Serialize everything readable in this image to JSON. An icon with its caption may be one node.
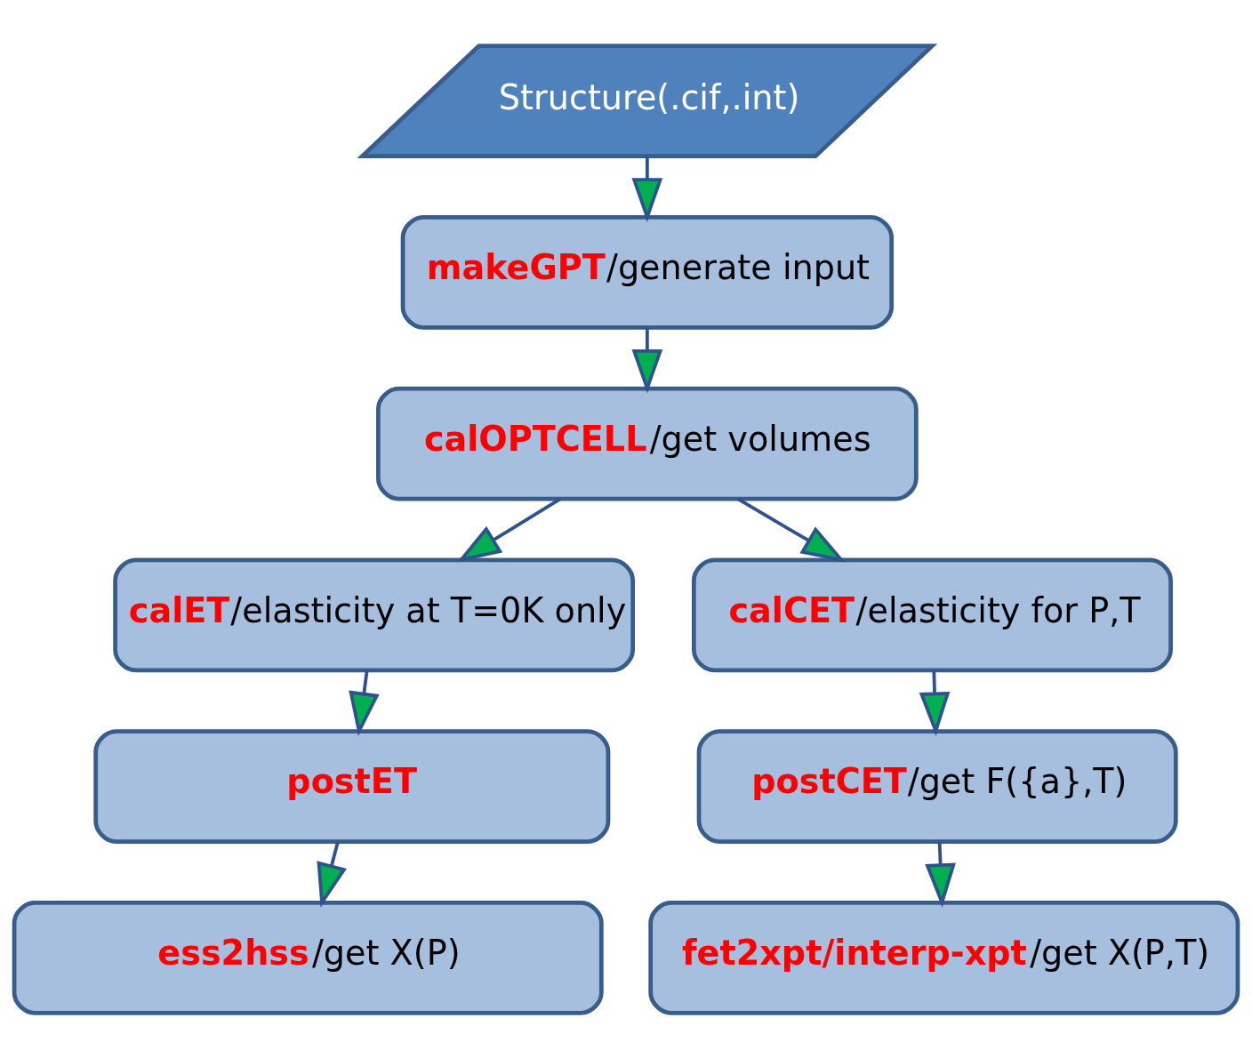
{
  "diagram": {
    "nodes": [
      {
        "text": [
          "Structure(.cif,.int)"
        ]
      },
      {
        "text": [
          "**makeGPT**/generate input"
        ]
      },
      {
        "text": [
          "**calOPTCELL**/get volumes"
        ]
      },
      {
        "text": [
          "**calET**/elasticity at T=0K only"
        ]
      },
      {
        "text": [
          "**calCET**/elasticity for P,T"
        ]
      },
      {
        "text": [
          "**postET**"
        ]
      },
      {
        "text": [
          "**postCET**/get F({a},T)"
        ]
      },
      {
        "text": [
          "**ess2hss**/get X(P)"
        ]
      },
      {
        "text": [
          "**fet2xpt/interp-xpt**/get X(P,T)"
        ]
      }
    ],
    "edges": [
      {
        "from": 0,
        "to": 1,
        "arrow": "to"
      },
      {
        "from": 1,
        "to": 2,
        "arrow": "to"
      },
      {
        "from": 2,
        "to": 3,
        "arrow": "to"
      },
      {
        "from": 2,
        "to": 4,
        "arrow": "to"
      },
      {
        "from": 3,
        "to": 5,
        "arrow": "to"
      },
      {
        "from": 4,
        "to": 6,
        "arrow": "to"
      },
      {
        "from": 5,
        "to": 7,
        "arrow": "to"
      },
      {
        "from": 6,
        "to": 8,
        "arrow": "to"
      }
    ]
  }
}
